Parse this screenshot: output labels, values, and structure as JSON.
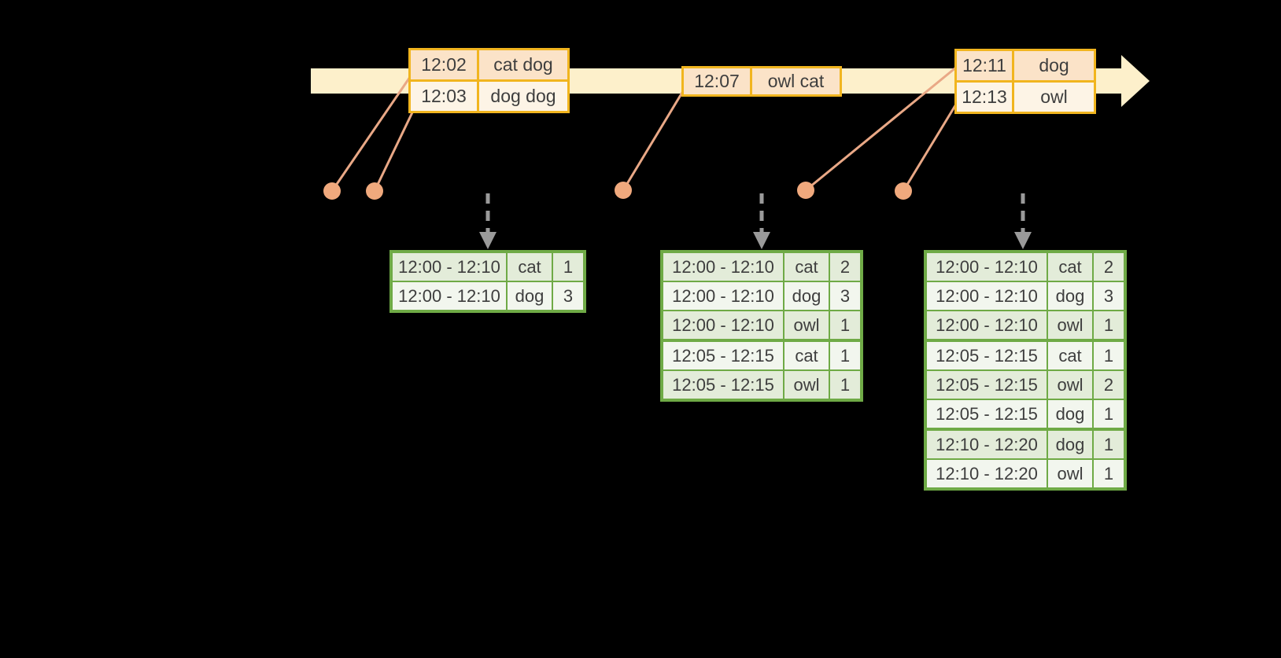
{
  "colors": {
    "background": "#000000",
    "timeline_band": "#fdf0cb",
    "event_border": "#f1b51f",
    "event_row_dark": "#fbe3c8",
    "event_row_light": "#fdf4e6",
    "result_border": "#6faa46",
    "result_row_dark": "#e3ecd9",
    "result_row_light": "#f2f6ee",
    "dot_salmon": "#f0a97d",
    "connector_salmon": "#e9a886",
    "trigger_arrow_gray": "#9a9a9a",
    "text": "#3e3e3e"
  },
  "icons": {
    "timeline_arrowhead": "right-arrow",
    "trigger_arrow": "down-dashed-arrow",
    "event_marker": "dot"
  },
  "event_tables": [
    {
      "rows": [
        {
          "time": "12:02",
          "words": "cat dog"
        },
        {
          "time": "12:03",
          "words": "dog dog"
        }
      ]
    },
    {
      "rows": [
        {
          "time": "12:07",
          "words": "owl cat"
        }
      ]
    },
    {
      "rows": [
        {
          "time": "12:11",
          "words": "dog"
        },
        {
          "time": "12:13",
          "words": "owl"
        }
      ]
    }
  ],
  "result_tables": [
    {
      "rows": [
        {
          "window": "12:00 - 12:10",
          "word": "cat",
          "count": "1"
        },
        {
          "window": "12:00 - 12:10",
          "word": "dog",
          "count": "3"
        }
      ]
    },
    {
      "rows": [
        {
          "window": "12:00 - 12:10",
          "word": "cat",
          "count": "2"
        },
        {
          "window": "12:00 - 12:10",
          "word": "dog",
          "count": "3"
        },
        {
          "window": "12:00 - 12:10",
          "word": "owl",
          "count": "1"
        },
        {
          "window": "12:05 - 12:15",
          "word": "cat",
          "count": "1"
        },
        {
          "window": "12:05 - 12:15",
          "word": "owl",
          "count": "1"
        }
      ]
    },
    {
      "rows": [
        {
          "window": "12:00 - 12:10",
          "word": "cat",
          "count": "2"
        },
        {
          "window": "12:00 - 12:10",
          "word": "dog",
          "count": "3"
        },
        {
          "window": "12:00 - 12:10",
          "word": "owl",
          "count": "1"
        },
        {
          "window": "12:05 - 12:15",
          "word": "cat",
          "count": "1"
        },
        {
          "window": "12:05 - 12:15",
          "word": "owl",
          "count": "2"
        },
        {
          "window": "12:05 - 12:15",
          "word": "dog",
          "count": "1"
        },
        {
          "window": "12:10 - 12:20",
          "word": "dog",
          "count": "1"
        },
        {
          "window": "12:10 - 12:20",
          "word": "owl",
          "count": "1"
        }
      ]
    }
  ]
}
